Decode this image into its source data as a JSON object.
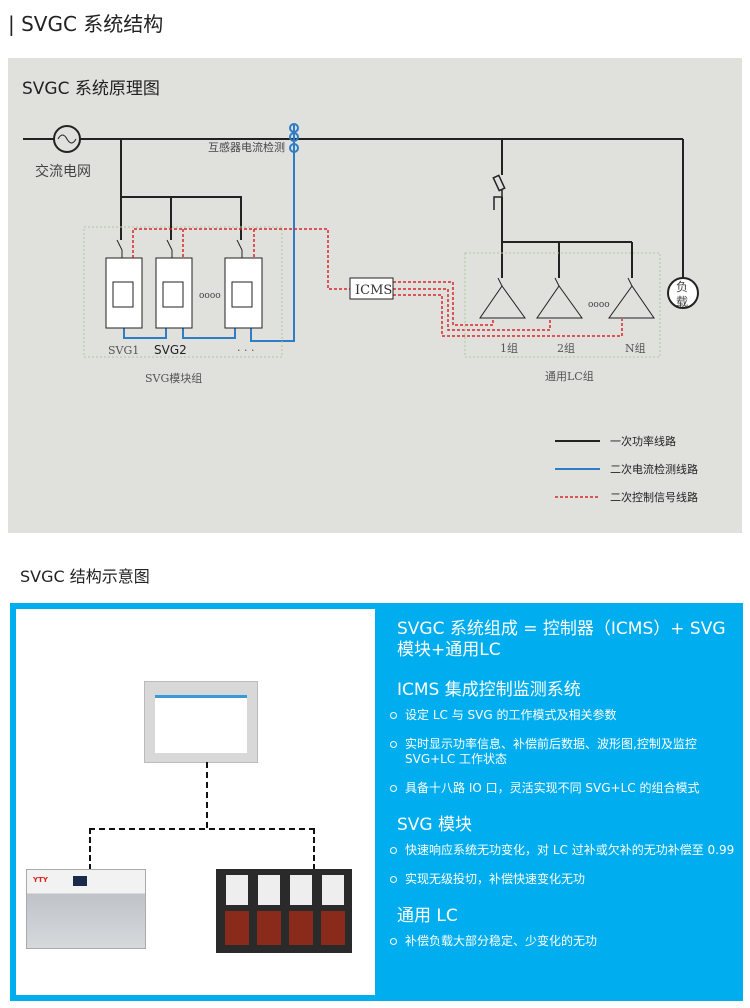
{
  "header": {
    "title": "| SVGC 系统结构"
  },
  "diagram": {
    "title": "SVGC 系统原理图",
    "grid_label": "交流电网",
    "ct_label": "互感器电流检测",
    "svg_labels": [
      "SVG1",
      "SVG2",
      "· · ·"
    ],
    "svg_dots": "oooo",
    "svg_group_label": "SVG模块组",
    "icms_label": "ICMS",
    "lc_labels": [
      "1组",
      "2组",
      "N组"
    ],
    "lc_dots": "oooo",
    "lc_group_label": "通用LC组",
    "load_label": [
      "负",
      "载"
    ],
    "legend": [
      {
        "label": "一次功率线路",
        "color": "#222222",
        "style": "solid"
      },
      {
        "label": "二次电流检测线路",
        "color": "#2e7dc6",
        "style": "solid"
      },
      {
        "label": "二次控制信号线路",
        "color": "#d9252b",
        "style": "dashed"
      }
    ]
  },
  "structure": {
    "title": "SVGC 结构示意图",
    "accent": "#00adef",
    "device_logo": "YTY",
    "heading": "SVGC 系统组成 = 控制器（ICMS）+ SVG 模块+通用LC",
    "sections": [
      {
        "title": "ICMS 集成控制监测系统",
        "items": [
          "设定 LC 与 SVG 的工作模式及相关参数",
          "实时显示功率信息、补偿前后数据、波形图,控制及监控 SVG+LC 工作状态",
          "具备十八路 IO 口，灵活实现不同 SVG+LC 的组合模式"
        ]
      },
      {
        "title": "SVG 模块",
        "items": [
          "快速响应系统无功变化，对 LC 过补或欠补的无功补偿至 0.99",
          "实现无级投切，补偿快速变化无功"
        ]
      },
      {
        "title": "通用 LC",
        "items": [
          "补偿负载大部分稳定、少变化的无功"
        ]
      }
    ]
  }
}
